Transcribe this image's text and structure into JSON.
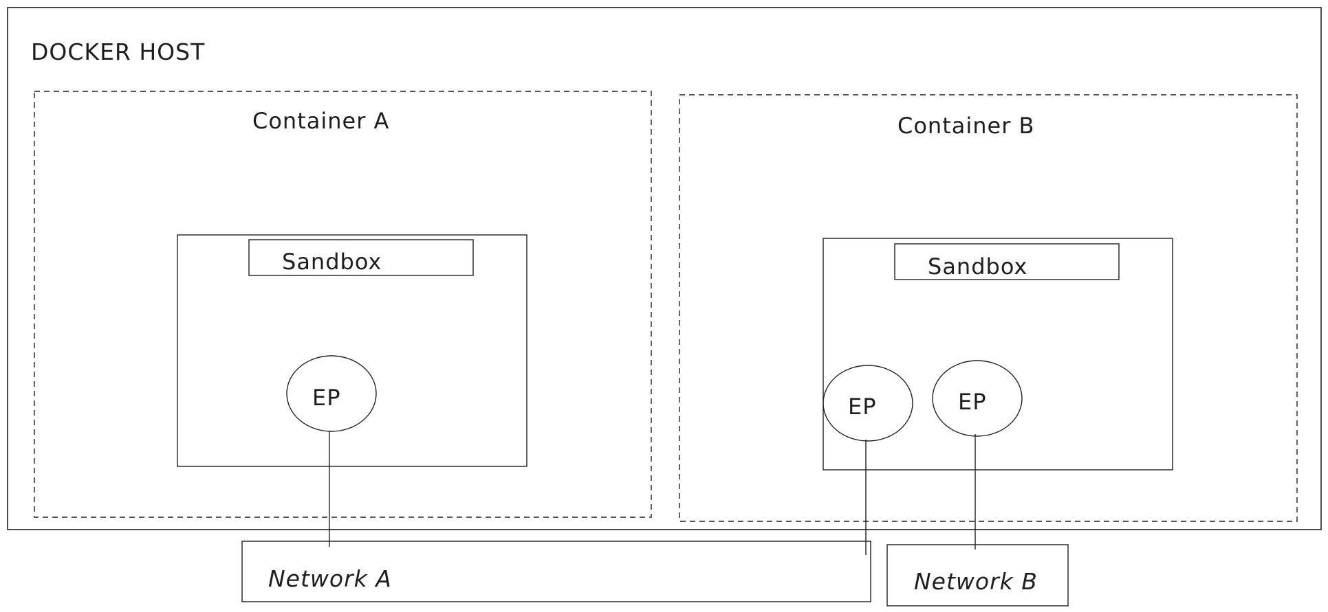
{
  "host": {
    "label": "DOCKER HOST"
  },
  "containers": [
    {
      "label": "Container A",
      "sandbox": "Sandbox",
      "endpoints": [
        "EP"
      ]
    },
    {
      "label": "Container B",
      "sandbox": "Sandbox",
      "endpoints": [
        "EP",
        "EP"
      ]
    }
  ],
  "networks": [
    {
      "label": "Network A"
    },
    {
      "label": "Network B"
    }
  ]
}
